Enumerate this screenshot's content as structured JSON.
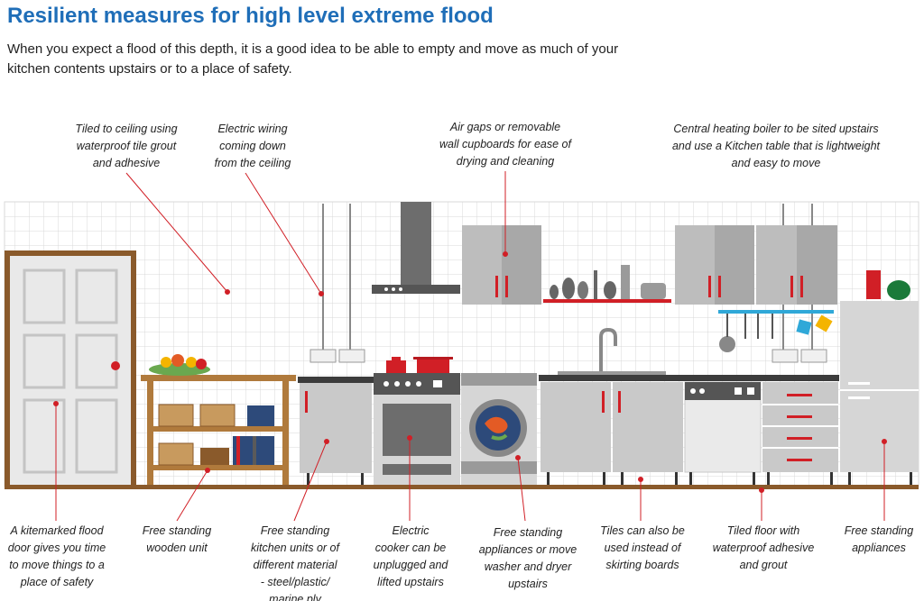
{
  "title": "Resilient measures for high level extreme flood",
  "intro": "When you expect a flood of this depth, it is a good idea to be able to empty and move as much of your kitchen contents upstairs or to a place of safety.",
  "labels": {
    "tiled_ceiling": "Tiled to ceiling using\nwaterproof tile grout\nand adhesive",
    "wiring": "Electric wiring\ncoming down\nfrom the ceiling",
    "air_gaps": "Air gaps or removable\nwall cupboards for ease of\ndrying and cleaning",
    "boiler": "Central heating boiler to be sited upstairs\nand use a Kitchen table that is  lightweight\nand easy to move",
    "door": "A kitemarked flood\ndoor gives you time\nto move things to a\nplace of safety",
    "wooden_unit": "Free standing\nwooden unit",
    "kitchen_units": "Free standing\nkitchen units or of\ndifferent material\n- steel/plastic/\nmarine ply",
    "cooker": "Electric\ncooker can be\nunplugged and\nlifted upstairs",
    "appliances_move": "Free standing\nappliances or move\nwasher and dryer\nupstairs",
    "tiles_skirting": "Tiles can also be\nused instead of\nskirting boards",
    "tiled_floor": "Tiled floor with\nwaterproof adhesive\nand grout",
    "free_appliances": "Free standing\nappliances"
  },
  "colors": {
    "title": "#1f6eb8",
    "tile_grid": "#d8d8d8",
    "floor": "#8a5a2b",
    "unit_grey": "#c9c9c9",
    "dark_grey": "#6d6d6d",
    "accent_red": "#d11f26",
    "leader": "#d11f26"
  }
}
